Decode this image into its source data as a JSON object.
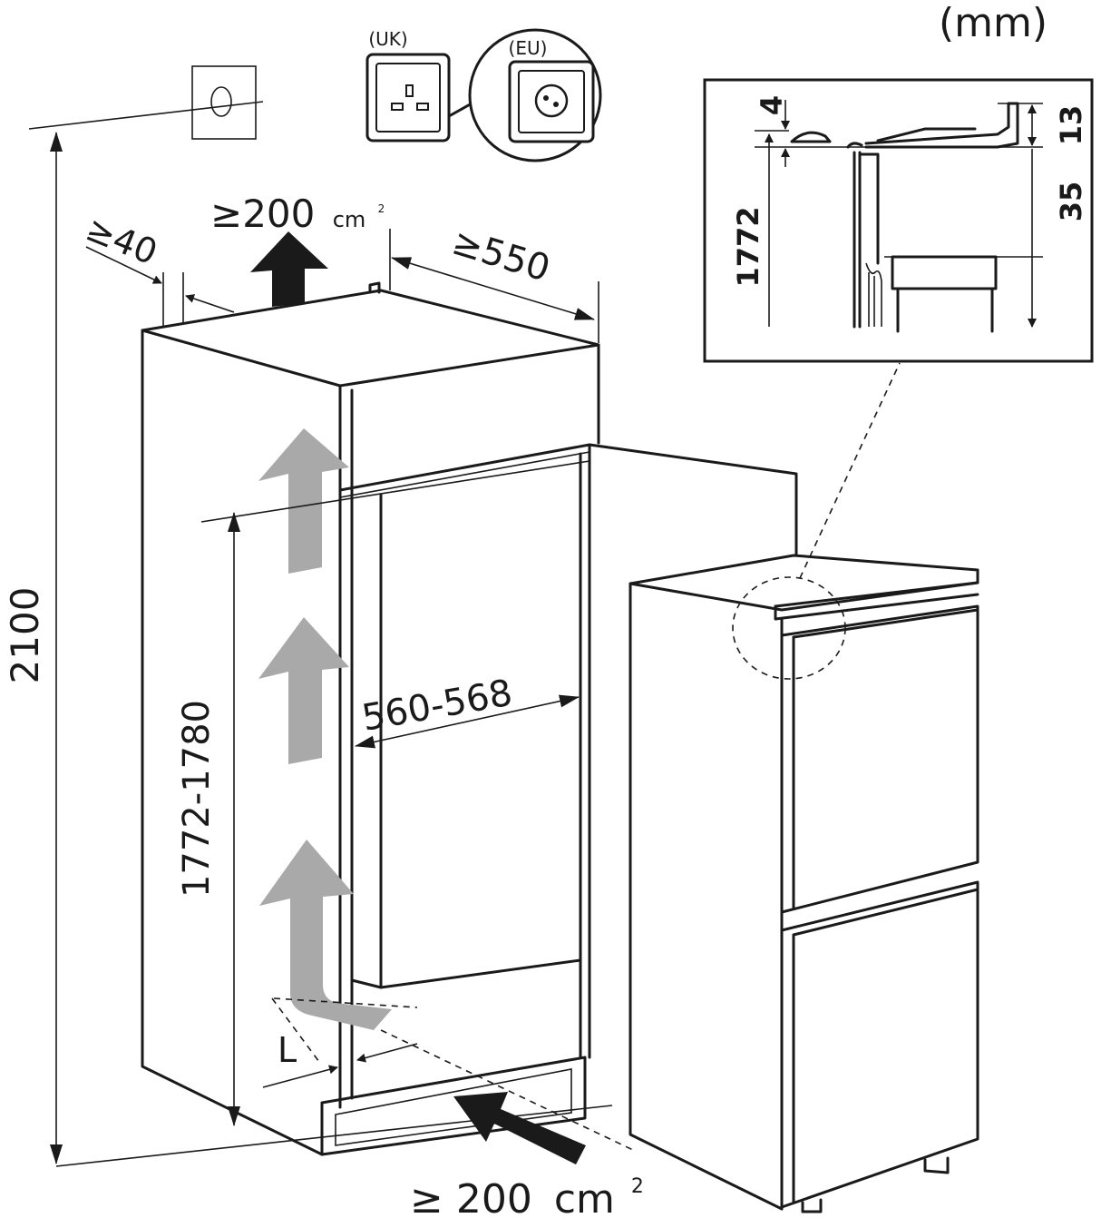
{
  "units": "(mm)",
  "sockets": {
    "uk_label": "(UK)",
    "eu_label": "(EU)"
  },
  "dimensions": {
    "total_height": "2100",
    "side_gap": "≥40",
    "top_vent": "≥200",
    "top_vent_unit": "cm",
    "top_vent_unit_sup": "2",
    "depth": "≥550",
    "niche_width": "560-568",
    "niche_height": "1772-1780",
    "L": "L",
    "bottom_vent": "≥ 200",
    "bottom_vent_unit": "cm",
    "bottom_vent_unit_sup": "2"
  },
  "detail": {
    "gap_top": "4",
    "dim_13": "13",
    "dim_35": "35",
    "height": "1772"
  },
  "colors": {
    "line": "#1a1a1a",
    "airflow_arrow": "#a9a9a9",
    "background": "#ffffff"
  }
}
